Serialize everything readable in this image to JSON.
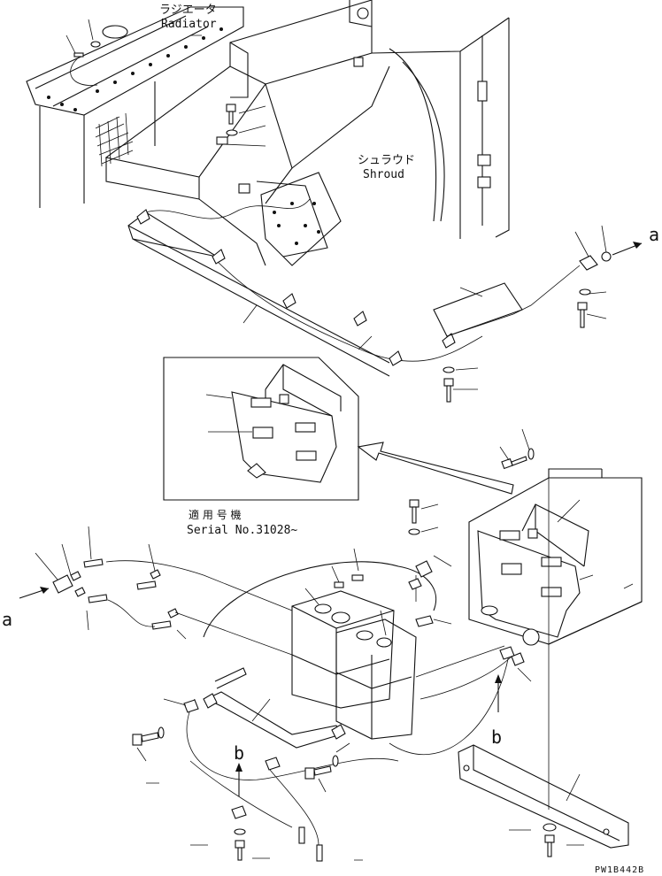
{
  "labels": {
    "radiator_jp": "ラジエータ",
    "radiator_en": "Radiator",
    "shroud_jp": "シュラウド",
    "shroud_en": "Shroud",
    "serial_jp": "適 用 号 機",
    "serial_en": "Serial No.31028~",
    "marker_a": "a",
    "marker_b": "b",
    "part_code": "PW1B442B"
  }
}
